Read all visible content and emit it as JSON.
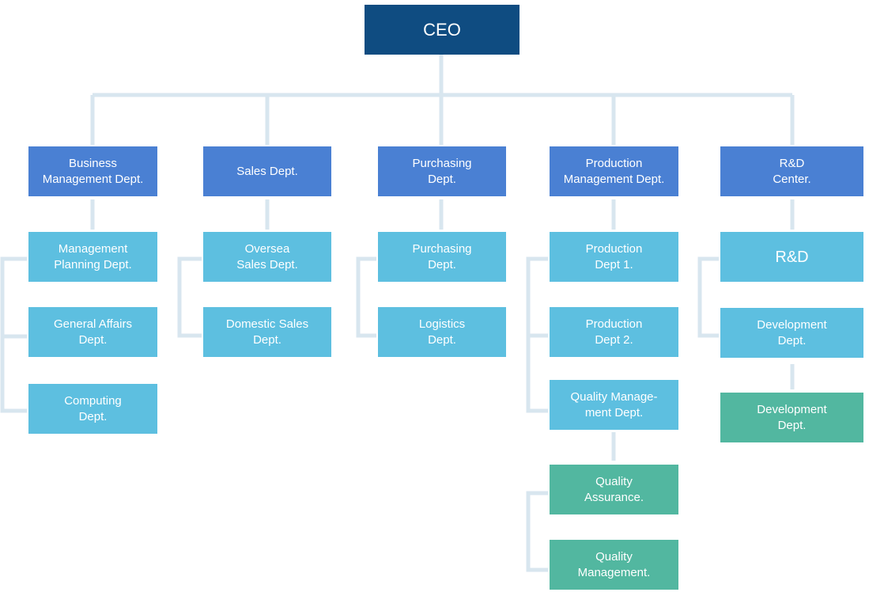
{
  "ceo": "CEO",
  "departments": [
    {
      "label": "Business\nManagement Dept.",
      "subs": [
        "Management\nPlanning Dept.",
        "General Affairs\nDept.",
        "Computing\nDept."
      ]
    },
    {
      "label": "Sales Dept.",
      "subs": [
        "Oversea\nSales Dept.",
        "Domestic Sales\nDept."
      ]
    },
    {
      "label": "Purchasing\nDept.",
      "subs": [
        "Purchasing\nDept.",
        "Logistics\nDept."
      ]
    },
    {
      "label": "Production\nManagement Dept.",
      "subs": [
        "Production\nDept 1.",
        "Production\nDept 2.",
        "Quality Manage-\nment Dept."
      ],
      "quality_subs": [
        "Quality\nAssurance.",
        "Quality\nManagement."
      ]
    },
    {
      "label": "R&D\nCenter.",
      "subs": [
        "R&D",
        "Development\nDept."
      ],
      "dev_sub": "Development\nDept."
    }
  ],
  "colors": {
    "ceo": "#0f4c81",
    "department": "#4a80d3",
    "sub_department": "#5dbfe0",
    "team": "#52b7a0",
    "connector": "#d8e6ef"
  }
}
